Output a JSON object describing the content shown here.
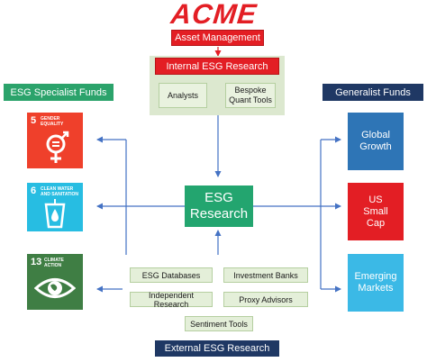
{
  "logo": "ACME",
  "asset_management": "Asset Management",
  "internal_research": {
    "title": "Internal ESG Research",
    "items": [
      "Analysts",
      "Bespoke\nQuant Tools"
    ]
  },
  "center_node": "ESG\nResearch",
  "external_research": {
    "title": "External ESG Research",
    "items": [
      "ESG Databases",
      "Investment Banks",
      "Independent Research",
      "Proxy Advisors",
      "Sentiment Tools"
    ]
  },
  "specialist_funds": {
    "title": "ESG Specialist Funds",
    "goals": [
      {
        "number": "5",
        "label": "GENDER\nEQUALITY",
        "color": "#ef402b",
        "icon": "gender-equality-icon"
      },
      {
        "number": "6",
        "label": "CLEAN WATER\nAND SANITATION",
        "color": "#27bde2",
        "icon": "water-drop-icon"
      },
      {
        "number": "13",
        "label": "CLIMATE\nACTION",
        "color": "#3f7e44",
        "icon": "eye-globe-icon"
      }
    ]
  },
  "generalist_funds": {
    "title": "Generalist Funds",
    "funds": [
      {
        "label": "Global\nGrowth",
        "color": "#2e75b6"
      },
      {
        "label": "US\nSmall\nCap",
        "color": "#e31e24"
      },
      {
        "label": "Emerging\nMarkets",
        "color": "#3bb9e6"
      }
    ]
  },
  "colors": {
    "brand_red": "#e31e24",
    "navy": "#1f3864",
    "green": "#23a56f",
    "sage": "#e4efd9",
    "arrow": "#4472c4"
  }
}
